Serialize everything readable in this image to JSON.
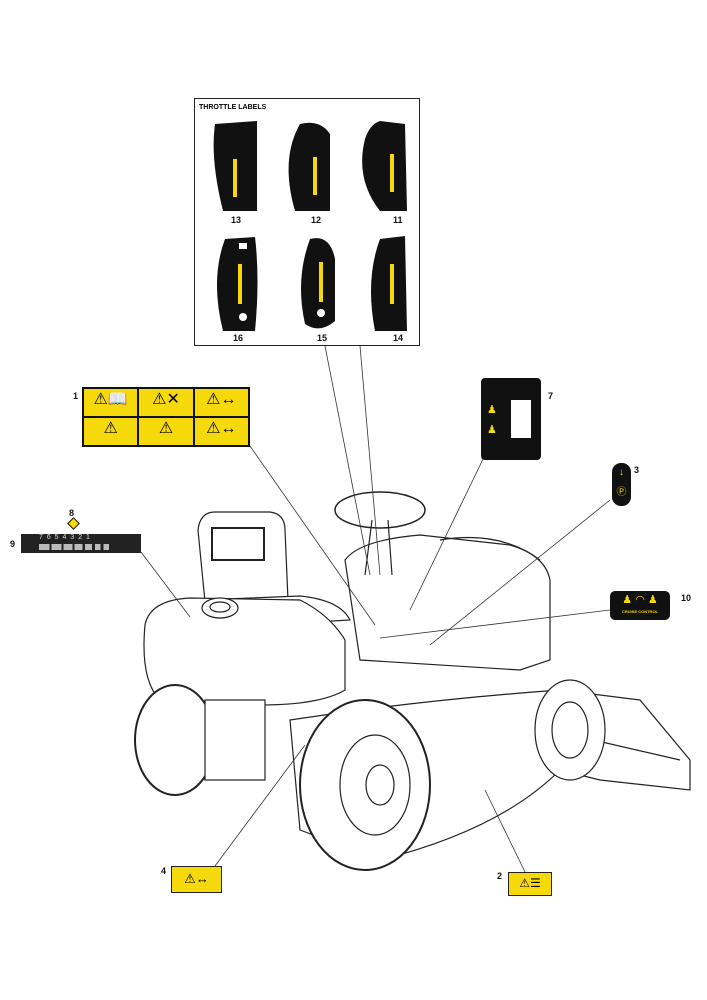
{
  "throttle_box": {
    "title": "THROTTLE LABELS",
    "labels": [
      "13",
      "12",
      "11",
      "16",
      "15",
      "14"
    ]
  },
  "callouts": {
    "c1": "1",
    "c2": "2",
    "c3": "3",
    "c4": "4",
    "c7": "7",
    "c8": "8",
    "c9": "9",
    "c10": "10"
  },
  "label_9": {
    "gears": "7 6 5 4 3 2 1"
  },
  "label_10": {
    "text": "CRUISE CONTROL"
  },
  "colors": {
    "safety_yellow": "#f5d90a",
    "label_black": "#111111"
  }
}
